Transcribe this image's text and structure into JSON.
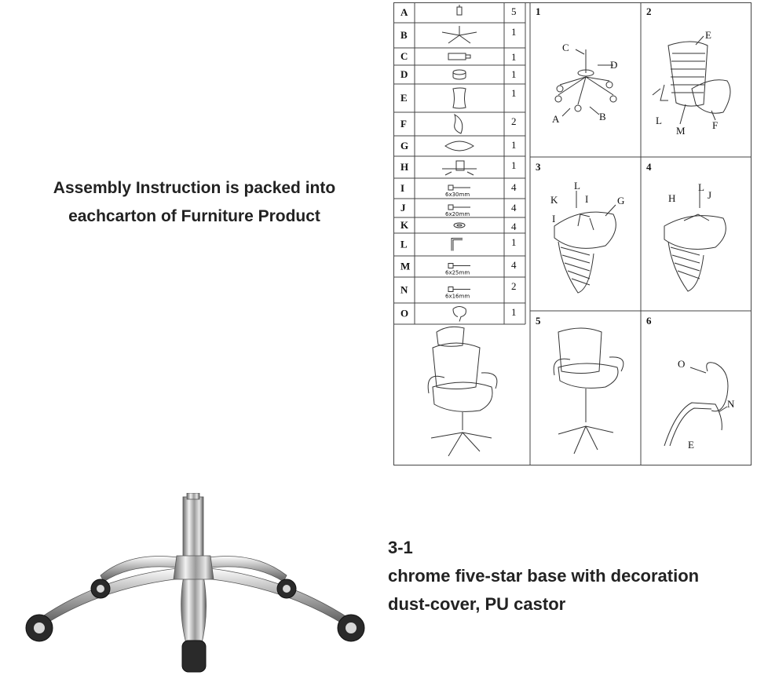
{
  "intro": {
    "line1": "Assembly Instruction is packed into",
    "line2": "eachcarton of Furniture Product"
  },
  "sheet": {
    "parts": [
      {
        "letter": "A",
        "qty": "5",
        "icon": "castor-icon"
      },
      {
        "letter": "B",
        "qty": "1",
        "icon": "star-base-icon"
      },
      {
        "letter": "C",
        "qty": "1",
        "icon": "gas-lift-icon"
      },
      {
        "letter": "D",
        "qty": "1",
        "icon": "dust-cover-icon"
      },
      {
        "letter": "E",
        "qty": "1",
        "icon": "backrest-icon"
      },
      {
        "letter": "F",
        "qty": "2",
        "icon": "armrest-icon"
      },
      {
        "letter": "G",
        "qty": "1",
        "icon": "seat-icon"
      },
      {
        "letter": "H",
        "qty": "1",
        "icon": "mechanism-icon"
      },
      {
        "letter": "I",
        "qty": "4",
        "icon": "screw-icon",
        "size": "6x30mm"
      },
      {
        "letter": "J",
        "qty": "4",
        "icon": "screw-icon",
        "size": "6x20mm"
      },
      {
        "letter": "K",
        "qty": "4",
        "icon": "washer-icon"
      },
      {
        "letter": "L",
        "qty": "1",
        "icon": "allen-key-icon"
      },
      {
        "letter": "M",
        "qty": "4",
        "icon": "screw-icon",
        "size": "6x25mm"
      },
      {
        "letter": "N",
        "qty": "2",
        "icon": "screw-icon",
        "size": "6x16mm"
      },
      {
        "letter": "O",
        "qty": "1",
        "icon": "headrest-icon"
      }
    ],
    "steps": [
      {
        "num": "1",
        "callouts": [
          "C",
          "D",
          "A",
          "B"
        ]
      },
      {
        "num": "2",
        "callouts": [
          "E",
          "L",
          "M",
          "F"
        ]
      },
      {
        "num": "3",
        "callouts": [
          "L",
          "K",
          "I",
          "G",
          "I"
        ]
      },
      {
        "num": "4",
        "callouts": [
          "L",
          "H",
          "J"
        ]
      },
      {
        "num": "5",
        "callouts": []
      },
      {
        "num": "6",
        "callouts": [
          "O",
          "N",
          "E"
        ]
      }
    ]
  },
  "desc": {
    "code": "3-1",
    "line1": "chrome five-star base with decoration",
    "line2": "dust-cover, PU castor"
  }
}
